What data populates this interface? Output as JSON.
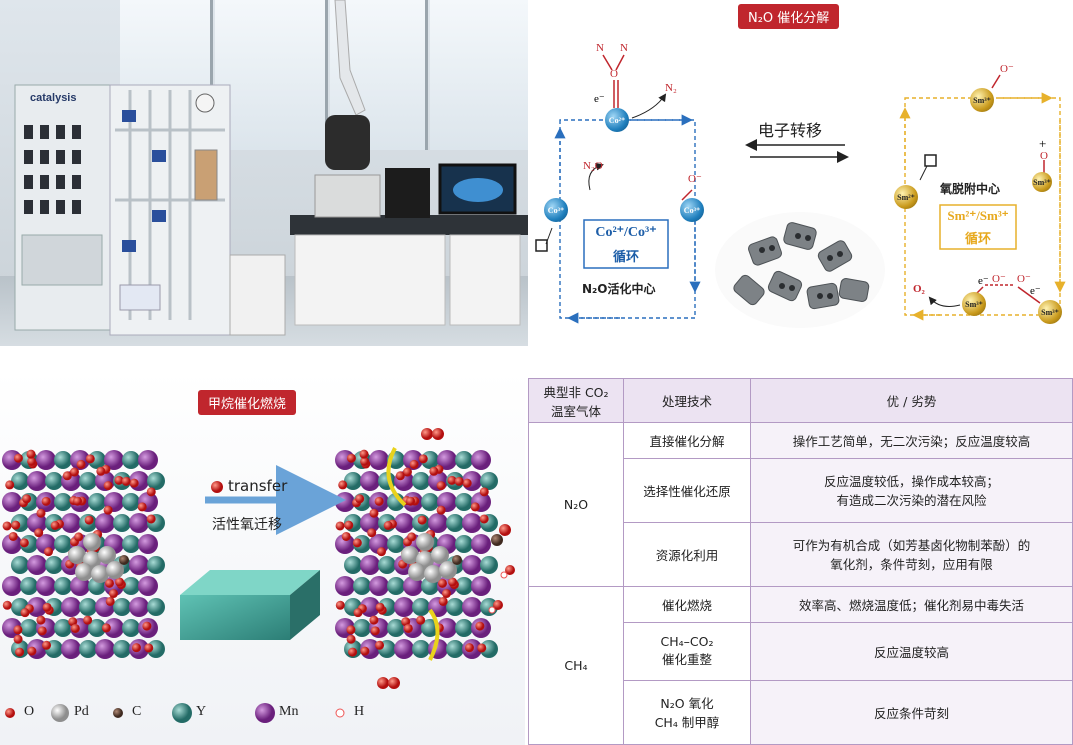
{
  "photo": {
    "brand": "catalysis"
  },
  "n2o_panel": {
    "title": "N₂O 催化分解",
    "electron_transfer": "电子转移",
    "left_cycle": {
      "box_line1": "Co²⁺/Co³⁺",
      "box_line2": "循环",
      "center": "N₂O活化中心"
    },
    "right_cycle": {
      "box_line1": "Sm²⁺/Sm³⁺",
      "box_line2": "循环",
      "center": "氧脱附中心"
    },
    "labels": {
      "n": "N",
      "o": "O",
      "o_minus": "O⁻",
      "e_minus": "e⁻",
      "n2": "N₂",
      "n2o": "N₂O",
      "o2": "O₂",
      "co2p": "Co²⁺",
      "co3p": "Co³⁺",
      "sm2p": "Sm²⁺",
      "sm3p": "Sm³⁺",
      "plus": "+"
    }
  },
  "ch4_panel": {
    "title": "甲烷催化燃烧",
    "transfer_en": "transfer",
    "transfer_cn": "活性氧迁移",
    "legend": [
      {
        "label": "O",
        "color": "#e0201b"
      },
      {
        "label": "Pd",
        "color": "#c9c9c9"
      },
      {
        "label": "C",
        "color": "#6b4a3a"
      },
      {
        "label": "Y",
        "color": "#2f8d86"
      },
      {
        "label": "Mn",
        "color": "#8e3aa0"
      },
      {
        "label": "H",
        "color": "#ffffff"
      }
    ]
  },
  "table": {
    "headers": [
      "典型非 CO₂\n温室气体",
      "处理技术",
      "优 / 劣势"
    ],
    "groups": [
      {
        "gas": "N₂O",
        "rows": [
          {
            "tech": "直接催化分解",
            "pros": "操作工艺简单，无二次污染；反应温度较高"
          },
          {
            "tech": "选择性催化还原",
            "pros": "反应温度较低，操作成本较高；\n有造成二次污染的潜在风险"
          },
          {
            "tech": "资源化利用",
            "pros": "可作为有机合成（如芳基卤化物制苯酚）的\n氧化剂，条件苛刻，应用有限"
          }
        ]
      },
      {
        "gas": "CH₄",
        "rows": [
          {
            "tech": "催化燃烧",
            "pros": "效率高、燃烧温度低；催化剂易中毒失活"
          },
          {
            "tech": "CH₄–CO₂\n催化重整",
            "pros": "反应温度较高"
          },
          {
            "tech": "N₂O 氧化\nCH₄ 制甲醇",
            "pros": "反应条件苛刻"
          }
        ]
      }
    ]
  }
}
